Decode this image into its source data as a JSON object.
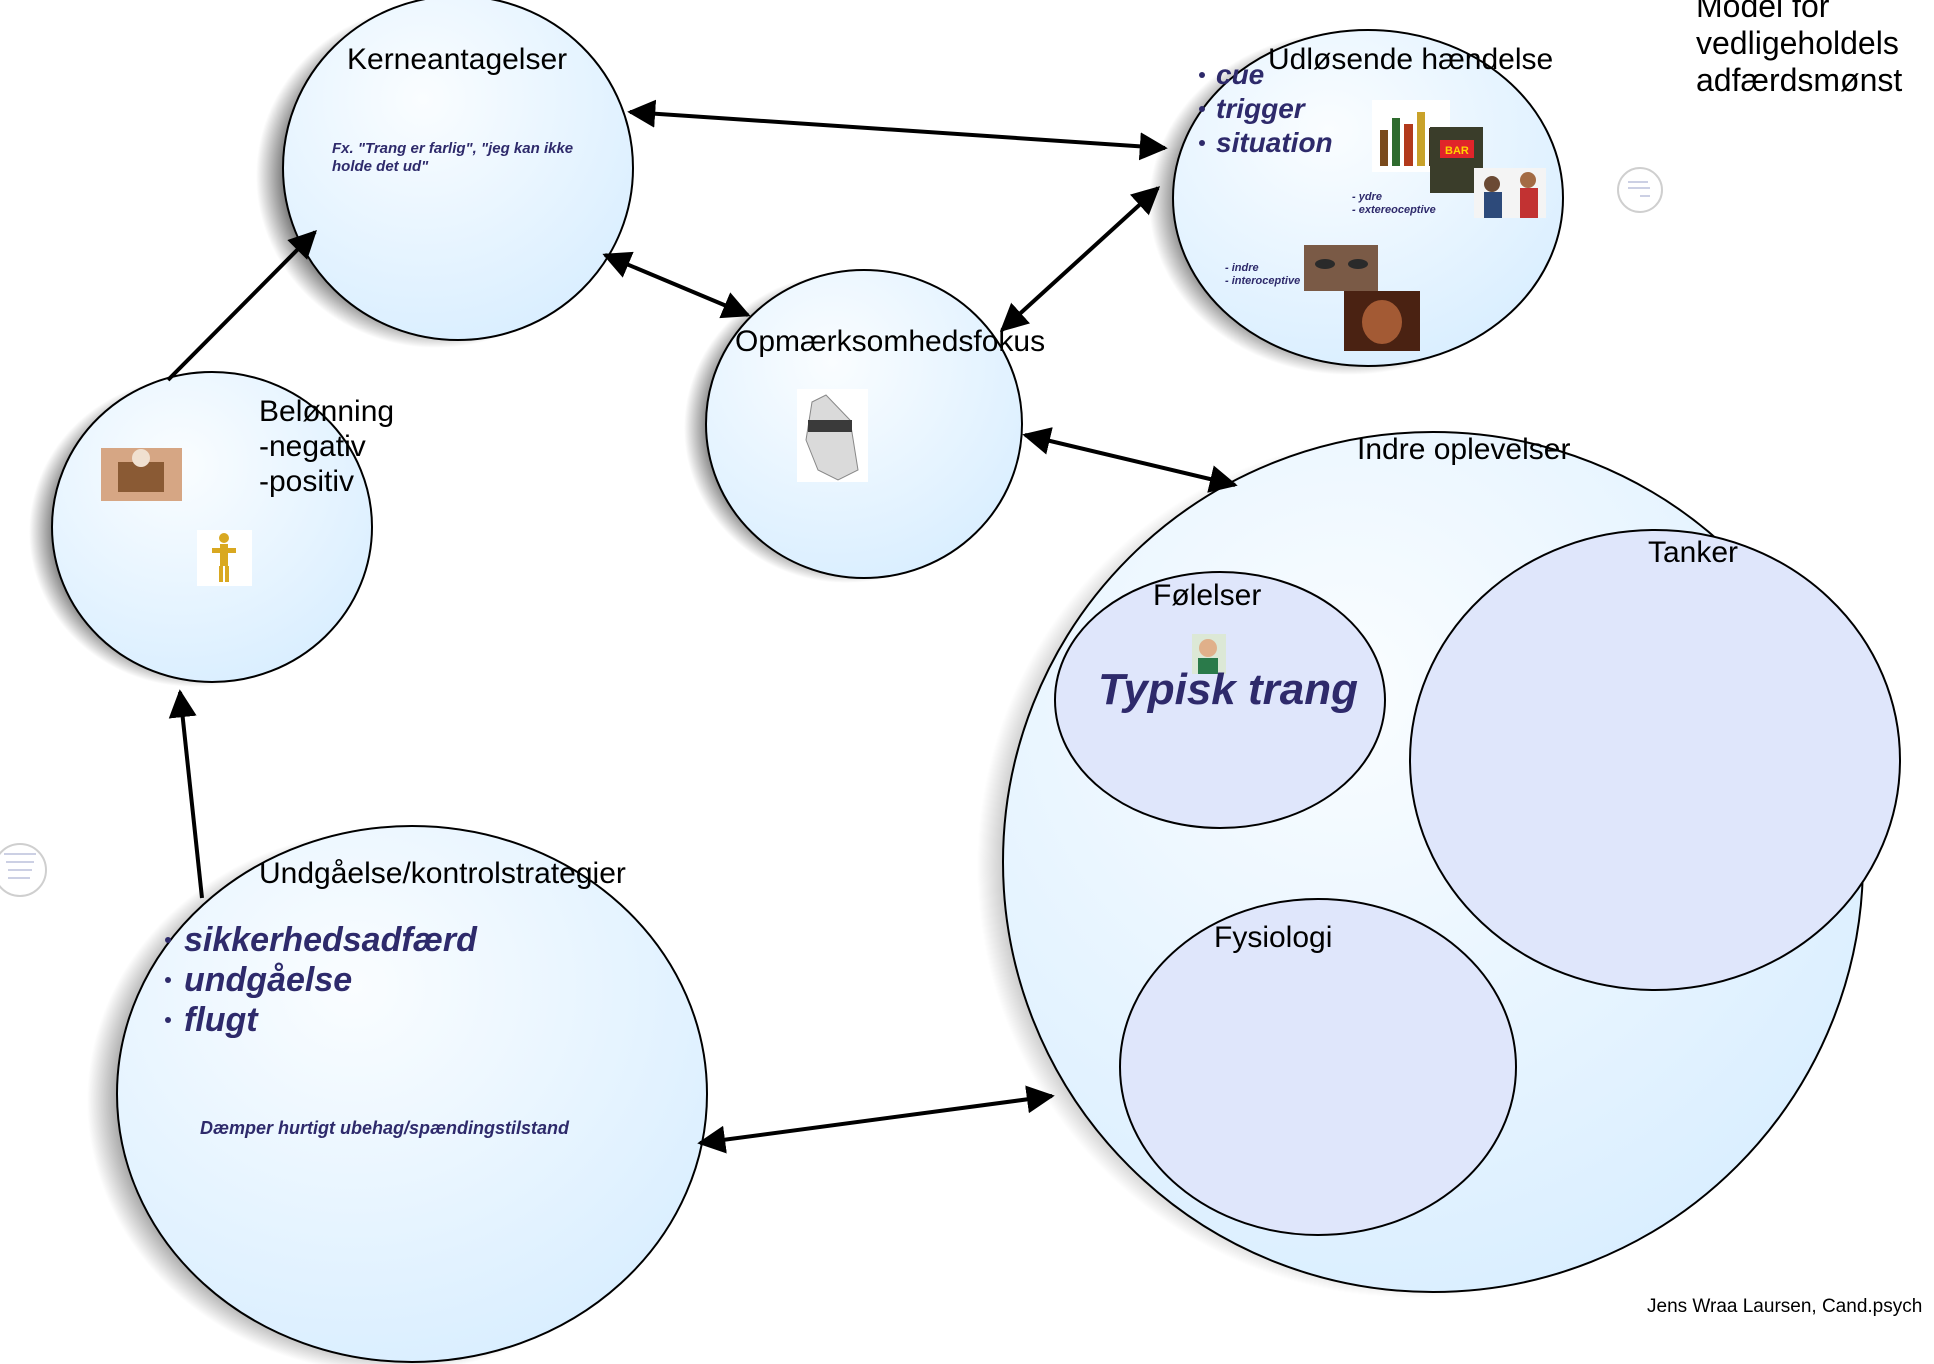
{
  "nodes": {
    "kerne": {
      "title": "Kerneantagelser",
      "note_line1": "Fx. \"Trang er farlig\", \"jeg kan ikke",
      "note_line2": "holde det ud\""
    },
    "udlosende": {
      "title": "Udløsende hændelse",
      "bullets": [
        "cue",
        "trigger",
        "situation"
      ],
      "note_ydre": "- ydre",
      "note_extero": "- extereoceptive",
      "note_indre": "- indre",
      "note_intero": "- interoceptive"
    },
    "belonning": {
      "line1": "Belønning",
      "line2": "-negativ",
      "line3": "-positiv"
    },
    "opmaerk": {
      "title": "Opmærksomhedsfokus"
    },
    "indre": {
      "title": "Indre oplevelser",
      "tanker": "Tanker",
      "folelser": "Følelser",
      "typisk": "Typisk trang",
      "fysiologi": "Fysiologi"
    },
    "undgaelse": {
      "title": "Undgåelse/kontrolstrategier",
      "bullets": [
        "sikkerhedsadfærd",
        "undgåelse",
        "flugt"
      ],
      "note": "Dæmper hurtigt ubehag/spændingstilstand"
    }
  },
  "corner_title": {
    "line1": "Model for",
    "line2": "vedligeholdels",
    "line3": "adfærdsmønst"
  },
  "footer": "Jens Wraa Laursen, Cand.psych",
  "colors": {
    "circle_fill_light": "#f4fbff",
    "circle_fill_dark": "#dcefff",
    "inner_fill": "#dfe6fb",
    "text_blue": "#2e2a6b"
  }
}
